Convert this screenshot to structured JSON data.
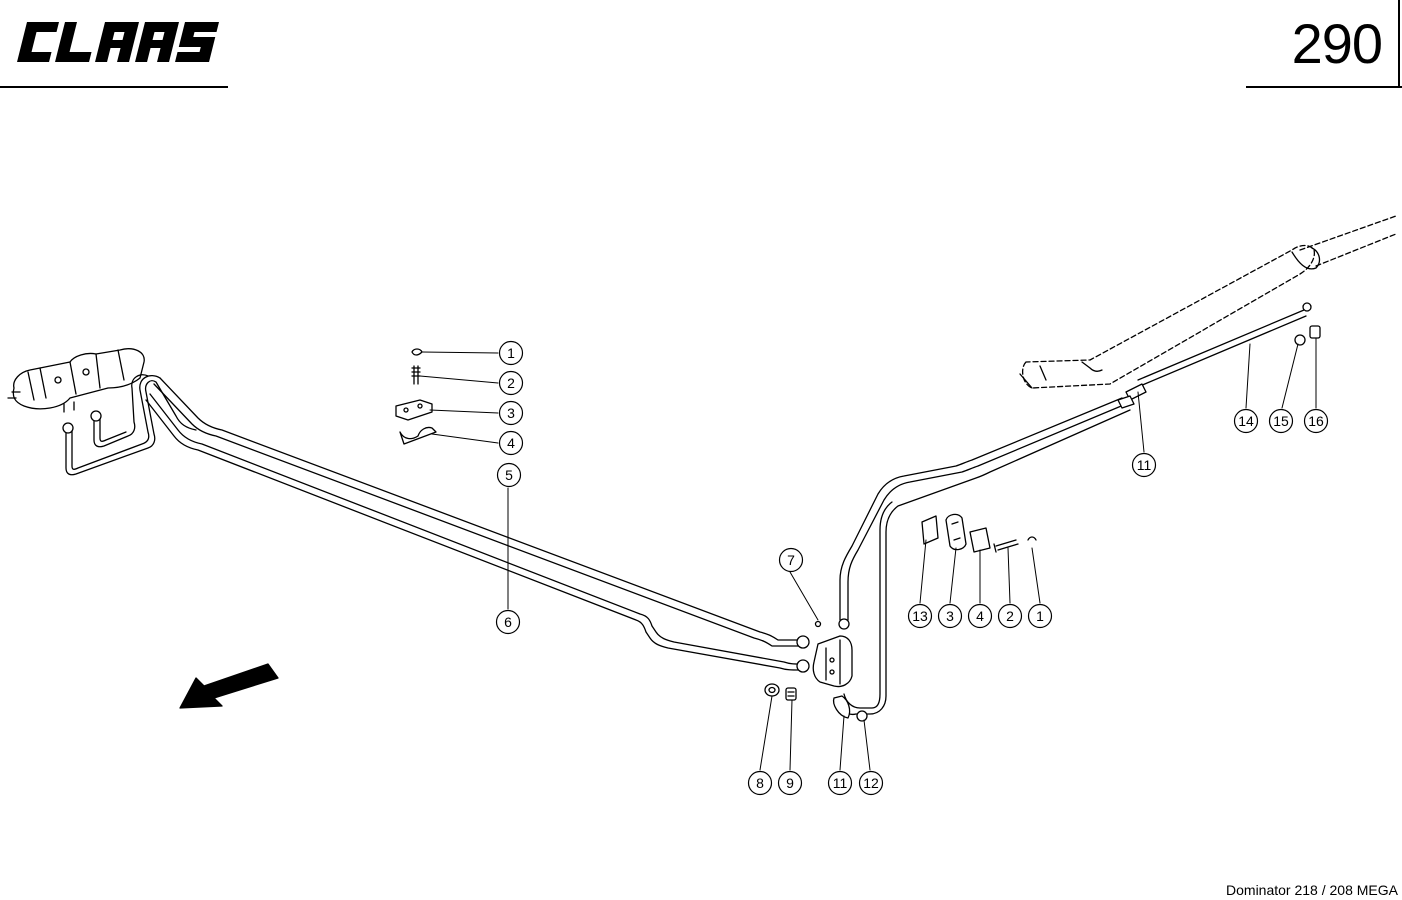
{
  "header": {
    "brand": "CLAAS",
    "page_number": "290"
  },
  "footer": {
    "model": "Dominator 218 / 208 MEGA"
  },
  "callouts": [
    {
      "id": "c-1a",
      "label": "1"
    },
    {
      "id": "c-2a",
      "label": "2"
    },
    {
      "id": "c-3a",
      "label": "3"
    },
    {
      "id": "c-4a",
      "label": "4"
    },
    {
      "id": "c-5",
      "label": "5"
    },
    {
      "id": "c-6",
      "label": "6"
    },
    {
      "id": "c-7",
      "label": "7"
    },
    {
      "id": "c-8",
      "label": "8"
    },
    {
      "id": "c-9",
      "label": "9"
    },
    {
      "id": "c-11a",
      "label": "11"
    },
    {
      "id": "c-12",
      "label": "12"
    },
    {
      "id": "c-13",
      "label": "13"
    },
    {
      "id": "c-3b",
      "label": "3"
    },
    {
      "id": "c-4b",
      "label": "4"
    },
    {
      "id": "c-2b",
      "label": "2"
    },
    {
      "id": "c-1b",
      "label": "1"
    },
    {
      "id": "c-11b",
      "label": "11"
    },
    {
      "id": "c-14",
      "label": "14"
    },
    {
      "id": "c-15",
      "label": "15"
    },
    {
      "id": "c-16",
      "label": "16"
    }
  ]
}
